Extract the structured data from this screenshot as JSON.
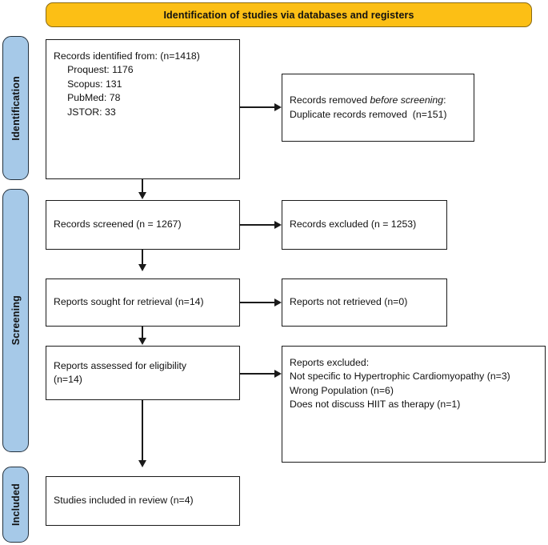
{
  "banner": {
    "title": "Identification of studies via databases and registers",
    "bg_color": "#fcbf15",
    "border_color": "#8a6a12"
  },
  "stages": {
    "bg_color": "#a6c9e8",
    "border_color": "#24313d",
    "identification": "Identification",
    "screening": "Screening",
    "included": "Included"
  },
  "boxes": {
    "identified": "Records identified from: (n=1418)\n     Proquest: 1176\n     Scopus: 131\n     PubMed: 78\n     JSTOR: 33",
    "removed_prefix": "Records removed ",
    "removed_italic": "before screening",
    "removed_suffix": ":\nDuplicate records removed  (n=151)",
    "screened": "Records screened (n = 1267)",
    "excluded": "Records excluded (n = 1253)",
    "sought": "Reports sought for retrieval (n=14)",
    "not_retrieved": "Reports not retrieved (n=0)",
    "eligibility": "Reports assessed for eligibility\n(n=14)",
    "reports_excluded": "Reports excluded:\nNot specific to Hypertrophic Cardiomyopathy (n=3)\nWrong Population (n=6)\nDoes not discuss HIIT as therapy (n=1)",
    "included": "Studies included in review (n=4)"
  }
}
